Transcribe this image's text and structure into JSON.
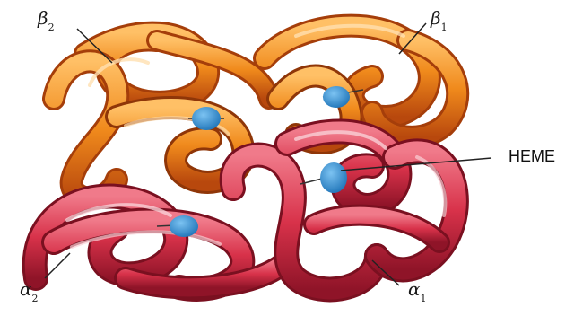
{
  "labels": {
    "beta2": {
      "symbol": "β",
      "sub": "2"
    },
    "beta1": {
      "symbol": "β",
      "sub": "1"
    },
    "alpha2": {
      "symbol": "α",
      "sub": "2"
    },
    "alpha1": {
      "symbol": "α",
      "sub": "1"
    },
    "heme": "HEME"
  },
  "colors": {
    "beta_chain": "#f08a1c",
    "beta_chain_dark": "#b8480d",
    "beta_highlight": "#ffd9a0",
    "alpha_chain": "#d8324a",
    "alpha_chain_dark": "#8f1428",
    "alpha_highlight": "#f7b8c2",
    "heme_group": "#2e8fd6"
  }
}
